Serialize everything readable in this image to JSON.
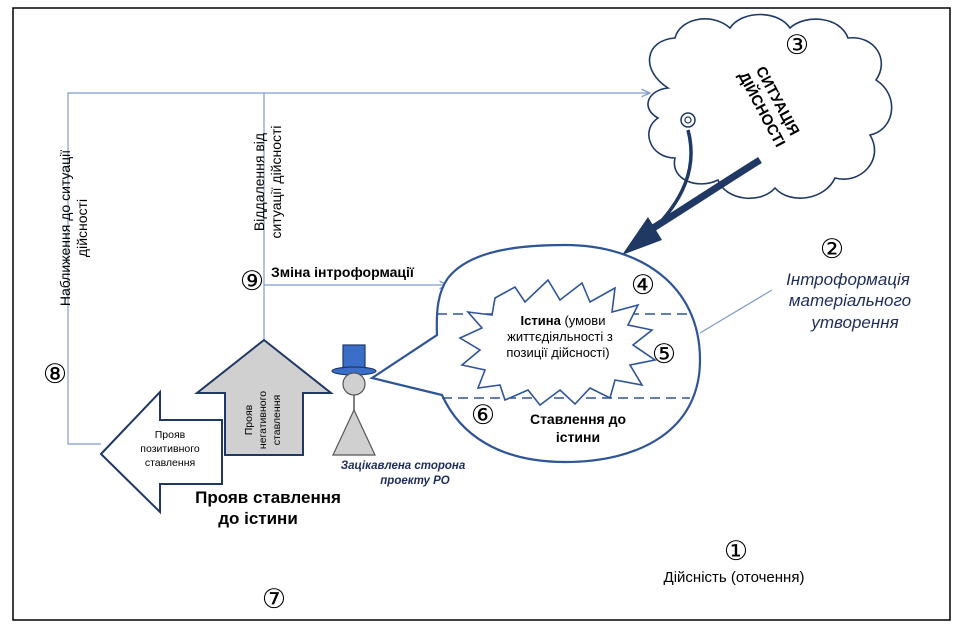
{
  "markers": {
    "m1": "①",
    "m2": "②",
    "m3": "③",
    "m4": "④",
    "m5": "⑤",
    "m6": "⑥",
    "m7": "⑦",
    "m8": "⑧",
    "m9": "⑨"
  },
  "cloud": {
    "line1": "СИТУАЦІЯ",
    "line2": "ДІЙСНОСТІ"
  },
  "reality": {
    "label": "Дійсність (оточення)"
  },
  "introformation": {
    "line1": "Інтроформація",
    "line2": "матеріального",
    "line3": "утворення"
  },
  "approach": {
    "line1": "Наближення до ситуації",
    "line2": "дійсності"
  },
  "distance": {
    "line1": "Віддалення від",
    "line2": "ситуації дійсності"
  },
  "change": {
    "label": "Зміна інтроформації"
  },
  "truth": {
    "bold": "Істина",
    "rest1": " (умови",
    "line2": "життєдіяльності з",
    "line3": "позиції дійсності)"
  },
  "attitude": {
    "line1": "Ставлення до",
    "line2": "істини"
  },
  "negative": {
    "line1": "Прояв",
    "line2": "негативного",
    "line3": "ставлення"
  },
  "positive": {
    "line1": "Прояв",
    "line2": "позитивного",
    "line3": "ставлення"
  },
  "manifestation": {
    "line1": "Прояв ставлення",
    "line2": "до істини"
  },
  "stakeholder": {
    "line1": "Зацікавлена сторона",
    "line2": "проекту РО"
  },
  "colors": {
    "line": "#7f9cc9",
    "dark": "#1f3864",
    "hat": "#3a6ec8",
    "gray": "#d0d0d0"
  }
}
